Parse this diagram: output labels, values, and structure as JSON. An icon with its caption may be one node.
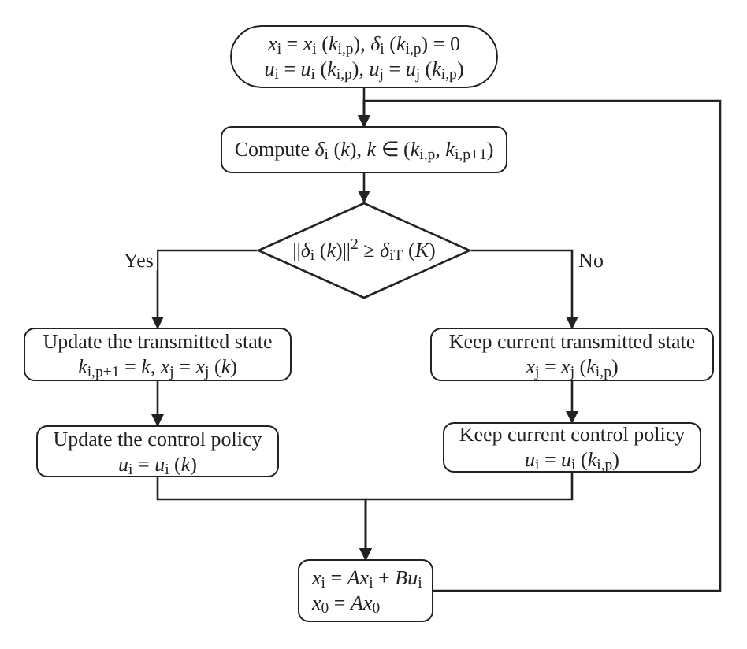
{
  "diagram": {
    "nodes": [
      {
        "text": [
          "*x*$_{i}$ = *x*$_{i}$ (*k*$_{i,p}$), *δ*$_{i}$ (*k*$_{i,p}$) = 0",
          "*u*$_{i}$ = *u*$_{i}$ (*k*$_{i,p}$), *u*$_{j}$ = *u*$_{j}$ (*k*$_{i,p}$)"
        ]
      },
      {
        "text": [
          "Compute *δ*$_{i}$ (*k*), *k* ∈ (*k*$_{i,p}$, *k*$_{i,p+1}$)"
        ]
      },
      {
        "text": [
          "||*δ*$_{i}$ (*k*)||$^{2}$ ≥ *δ*$_{iT}$ (*K*)"
        ]
      },
      {
        "text": [
          "Update the transmitted state",
          "*k*$_{i,p+1}$ = *k*, *x*$_{j}$ = *x*$_{j}$ (*k*)"
        ]
      },
      {
        "text": [
          "Keep current transmitted state",
          "*x*$_{j}$ = *x*$_{j}$ (*k*$_{i,p}$)"
        ]
      },
      {
        "text": [
          "Update the control policy",
          "*u*$_{i}$ = *u*$_{i}$ (*k*)"
        ]
      },
      {
        "text": [
          "Keep current control policy",
          "*u*$_{i}$ = *u*$_{i}$ (*k*$_{i,p}$)"
        ]
      },
      {
        "text": [
          "*x*$_{i}$ = *Ax*$_{i}$ + *Bu*$_{i}$",
          "*x*$_{0}$ = *Ax*$_{0}$"
        ]
      }
    ],
    "edges": [
      {
        "from": 0,
        "to": 1,
        "arrow": "to"
      },
      {
        "from": 1,
        "to": 2,
        "arrow": "to"
      },
      {
        "from": 2,
        "to": 3,
        "arrow": "to",
        "label": "Yes"
      },
      {
        "from": 2,
        "to": 4,
        "arrow": "to",
        "label": "No"
      },
      {
        "from": 3,
        "to": 5,
        "arrow": "to"
      },
      {
        "from": 4,
        "to": 6,
        "arrow": "to"
      },
      {
        "from": 5,
        "to": 7,
        "arrow": "to"
      },
      {
        "from": 6,
        "to": 7,
        "arrow": "to"
      },
      {
        "from": 7,
        "to": 1,
        "arrow": "to"
      }
    ]
  }
}
